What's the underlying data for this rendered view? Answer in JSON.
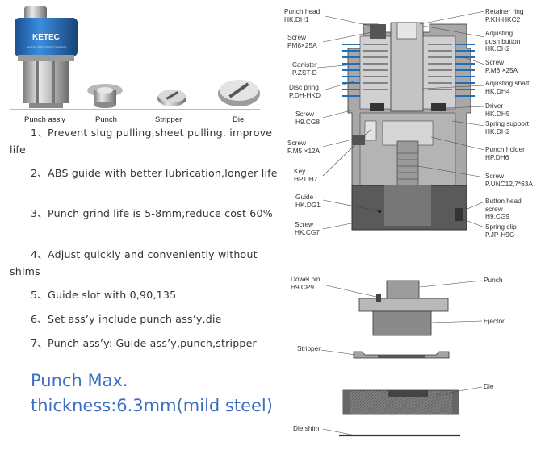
{
  "photos": {
    "brand": "KETEC",
    "brand_small": "KETEC PRECISION TOOLING",
    "labels": [
      "Punch ass'y",
      "Punch",
      "Stripper",
      "Die"
    ]
  },
  "features": [
    "1、Prevent slug pulling,sheet pulling. improve life",
    "2、ABS guide with better lubrication,longer life",
    "3、Punch grind life is 5-8mm,reduce cost 60%",
    "4、Adjust quickly and conveniently without shims",
    "5、Guide slot with 0,90,135",
    "6、Set ass’y include punch ass’y,die",
    "7、Punch ass’y: Guide ass’y,punch,stripper"
  ],
  "max_thickness": {
    "line1": "Punch Max.",
    "line2": "thickness:6.3mm(mild steel)"
  },
  "diagram_top": {
    "left_labels": [
      [
        "Punch head",
        "HK.DH1"
      ],
      [
        "Screw",
        "PM8×25A"
      ],
      [
        "Canister",
        "P.ZST-D"
      ],
      [
        "Disc pring",
        "P.DH-HKD"
      ],
      [
        "Screw",
        "H9.CG8"
      ],
      [
        "Screw",
        "P.M5 ×12A"
      ],
      [
        "Key",
        "HP.DH7"
      ],
      [
        "Guide",
        "HK.DG1"
      ],
      [
        "Screw",
        "HK.CG7"
      ]
    ],
    "right_labels": [
      [
        "Retainer ring",
        "P.KH-HKC2"
      ],
      [
        "Adjusting",
        "push button",
        "HK.CH2"
      ],
      [
        "Screw",
        "P.M8 ×25A"
      ],
      [
        "Adjusting shaft",
        "HK.DH4"
      ],
      [
        "Driver",
        "HK.DH5"
      ],
      [
        "Spring support",
        "HK.DH2"
      ],
      [
        "Punch holder",
        "HP.DH6"
      ],
      [
        "Screw",
        "P.UNC12,7*63A"
      ],
      [
        "Button head",
        "screw",
        "H9.CG9"
      ],
      [
        "Spring clip",
        "P.JP-H9G"
      ]
    ]
  },
  "diagram_bottom": {
    "labels": [
      "Dowel pin",
      "H9.CP9",
      "Punch",
      "Ejector",
      "Stripper",
      "Die",
      "Die shim"
    ]
  },
  "colors": {
    "accent": "#3f6fc2",
    "canister_blue": "#1e6fb8",
    "steel_dark": "#4a4a4a",
    "steel_mid": "#8c8c8c"
  }
}
